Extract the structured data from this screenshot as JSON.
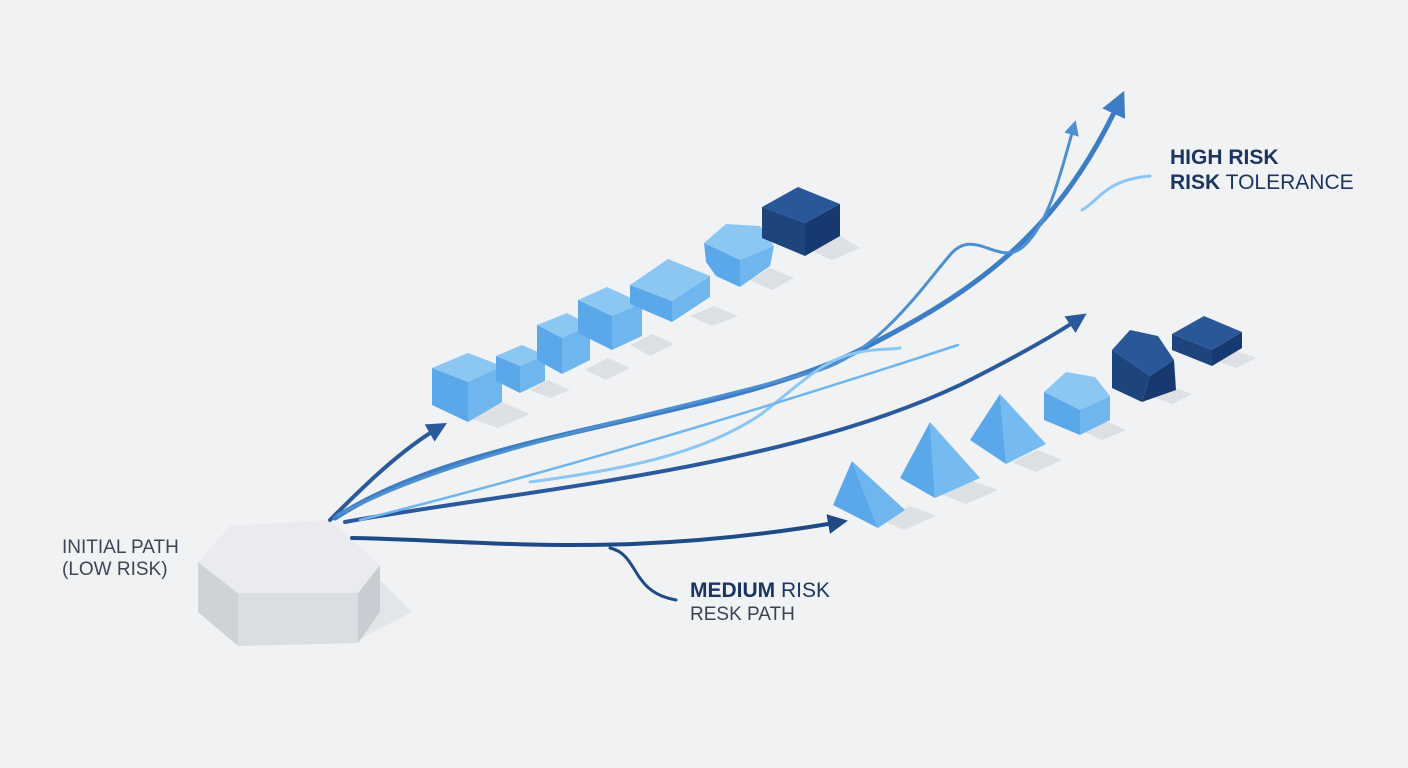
{
  "labels": {
    "initial": {
      "line1": "INITIAL PATH",
      "line2": "(LOW RISK)"
    },
    "medium": {
      "bold": "MEDIUM",
      "rest": " RISK",
      "line2": "RESK PATH"
    },
    "high": {
      "bold": "HIGH RISK",
      "line2_bold": "RISK",
      "line2_rest": " TOLERANCE"
    }
  },
  "colors": {
    "background": "#f1f2f3",
    "light_blue": "#6fb6ee",
    "mid_blue": "#4d8fd1",
    "dark_blue": "#1f467f",
    "navy": "#163a6f",
    "grey_block": "#dcdfe2",
    "label_dark": "#1b3563"
  }
}
